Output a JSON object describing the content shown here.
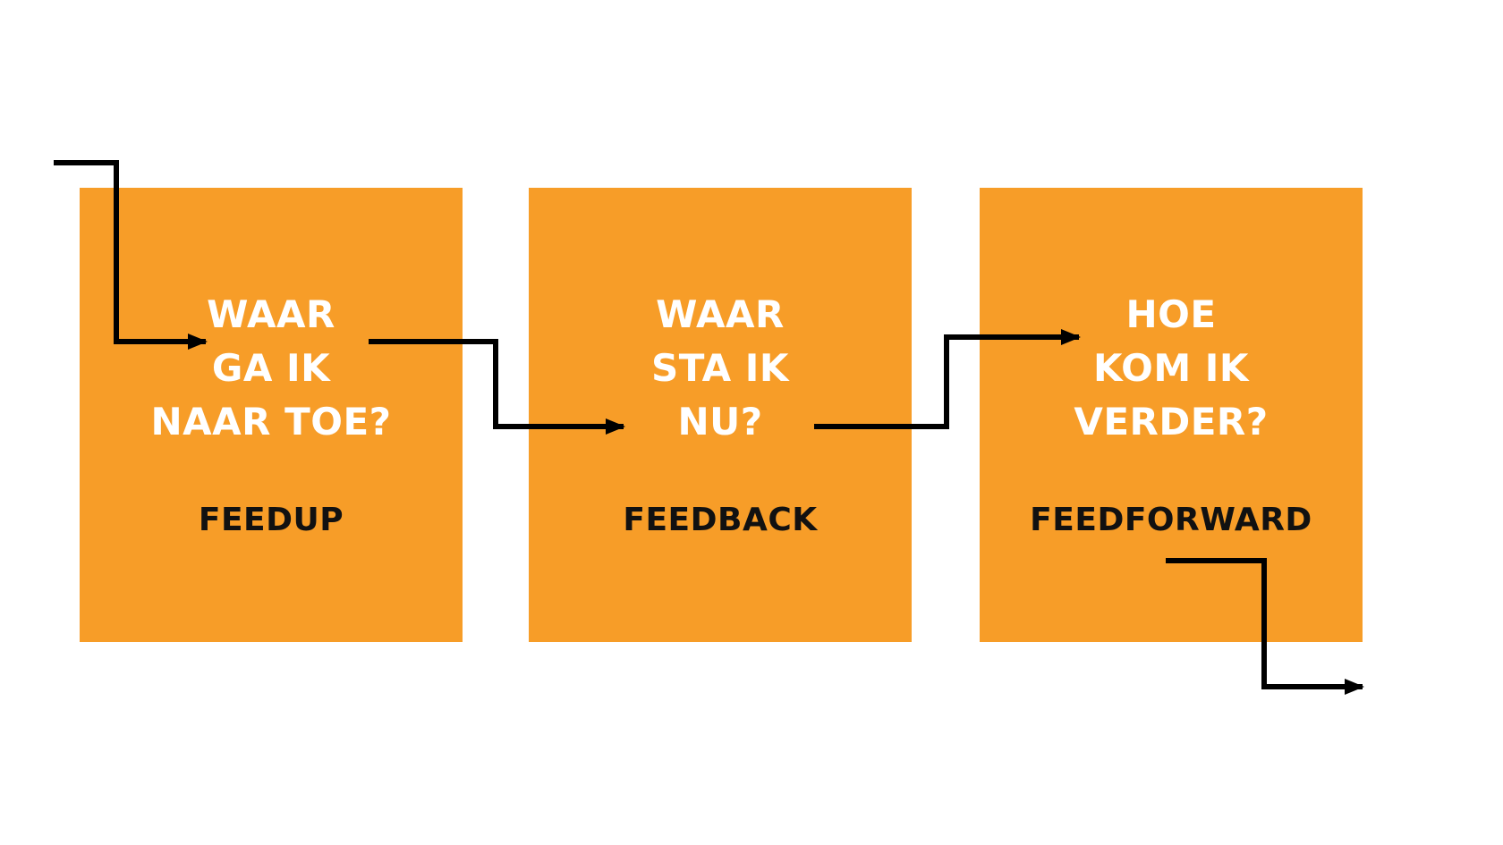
{
  "steps": [
    {
      "id": "feedup",
      "question_lines": [
        "WAAR",
        "GA IK",
        "NAAR TOE?"
      ],
      "label": "FEEDUP"
    },
    {
      "id": "feedback",
      "question_lines": [
        "WAAR",
        "STA IK",
        "NU?"
      ],
      "label": "FEEDBACK"
    },
    {
      "id": "feedforward",
      "question_lines": [
        "HOE",
        "KOM IK",
        "VERDER?"
      ],
      "label": "FEEDFORWARD"
    }
  ],
  "colors": {
    "box_fill": "#f79d28",
    "question_text": "#ffffff",
    "label_text": "#111111",
    "arrow": "#000000"
  },
  "icons": {
    "arrow_head": "arrow-head-icon"
  }
}
